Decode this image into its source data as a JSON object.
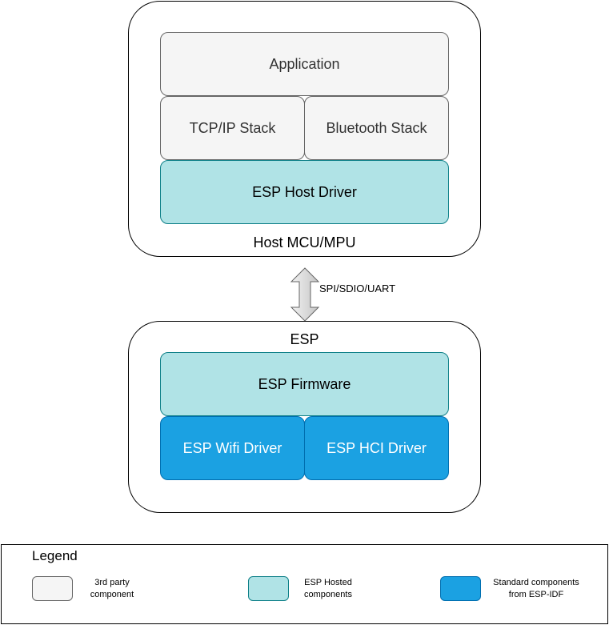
{
  "host": {
    "label": "Host MCU/MPU",
    "application": "Application",
    "tcpip": "TCP/IP Stack",
    "bluetooth": "Bluetooth Stack",
    "host_driver": "ESP Host Driver"
  },
  "interface": {
    "label": "SPI/SDIO/UART"
  },
  "esp": {
    "label": "ESP",
    "firmware": "ESP Firmware",
    "wifi_driver": "ESP Wifi Driver",
    "hci_driver": "ESP HCI Driver"
  },
  "legend": {
    "title": "Legend",
    "items": [
      {
        "line1": "3rd party",
        "line2": "component",
        "color": "#f5f5f5"
      },
      {
        "line1": "ESP Hosted",
        "line2": "components",
        "color": "#b0e3e6"
      },
      {
        "line1": "Standard components",
        "line2": "from ESP-IDF",
        "color": "#1ba1e2"
      }
    ]
  },
  "colors": {
    "third_party": "#f5f5f5",
    "esp_hosted": "#b0e3e6",
    "esp_idf": "#1ba1e2"
  }
}
